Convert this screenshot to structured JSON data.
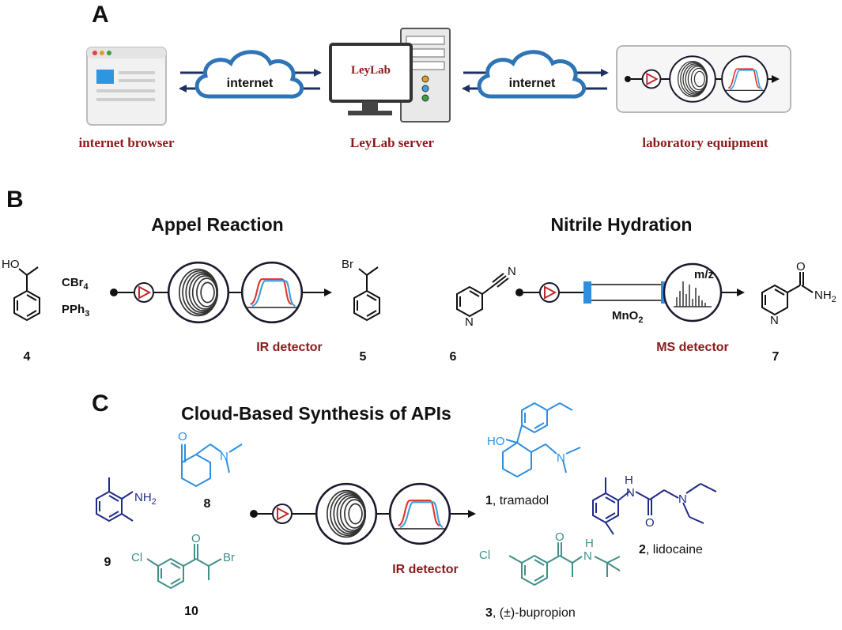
{
  "panels": {
    "a": "A",
    "b": "B",
    "c": "C"
  },
  "panel_a": {
    "cloud_left": "internet",
    "cloud_right": "internet",
    "server_brand": "LeyLab",
    "caption_browser": "internet browser",
    "caption_server": "LeyLab server",
    "caption_equipment": "laboratory equipment"
  },
  "panel_b": {
    "appel_title": "Appel Reaction",
    "nitrile_title": "Nitrile Hydration",
    "reagent1": "CBr",
    "reagent1_sub": "4",
    "reagent2": "PPh",
    "reagent2_sub": "3",
    "ir_detector": "IR detector",
    "ms_detector": "MS detector",
    "column_label": "MnO",
    "column_label_sub": "2",
    "mz": "m/z",
    "atom_ho": "HO",
    "atom_br": "Br",
    "atom_n_nitrile": "N",
    "atom_n_pyr6": "N",
    "atom_o_amide": "O",
    "atom_nh2": "NH",
    "atom_nh2_sub": "2",
    "atom_n_pyr7": "N",
    "compound_4": "4",
    "compound_5": "5",
    "compound_6": "6",
    "compound_7": "7"
  },
  "panel_c": {
    "title": "Cloud-Based Synthesis of APIs",
    "ir_detector": "IR detector",
    "compound_8": "8",
    "compound_9": "9",
    "compound_10": "10",
    "api1_num": "1",
    "api1_name": ", tramadol",
    "api2_num": "2",
    "api2_name": ", lidocaine",
    "api3_num": "3",
    "api3_name": ", (±)-bupropion",
    "atom_o8": "O",
    "atom_n8": "N",
    "atom_nh2": "NH",
    "atom_nh2_sub": "2",
    "atom_cl10": "Cl",
    "atom_o10": "O",
    "atom_br10": "Br",
    "atom_ho1": "HO",
    "atom_n1": "N",
    "atom_h2": "H",
    "atom_n2a": "N",
    "atom_o2": "O",
    "atom_n2b": "N",
    "atom_cl3": "Cl",
    "atom_o3": "O",
    "atom_h3": "H",
    "atom_n3": "N"
  },
  "colors": {
    "caption": "#8b1a1a",
    "arrow_navy": "#1f2f5f",
    "cloud_blue": "#2e75b6",
    "pump_red": "#c0272d",
    "trace_red": "#e0342b",
    "trace_blue": "#3aa0e0",
    "cpd8_blue": "#2e8fe0",
    "cpd9_navy": "#1f2a8a",
    "cpd10_teal": "#3f8f8a"
  }
}
